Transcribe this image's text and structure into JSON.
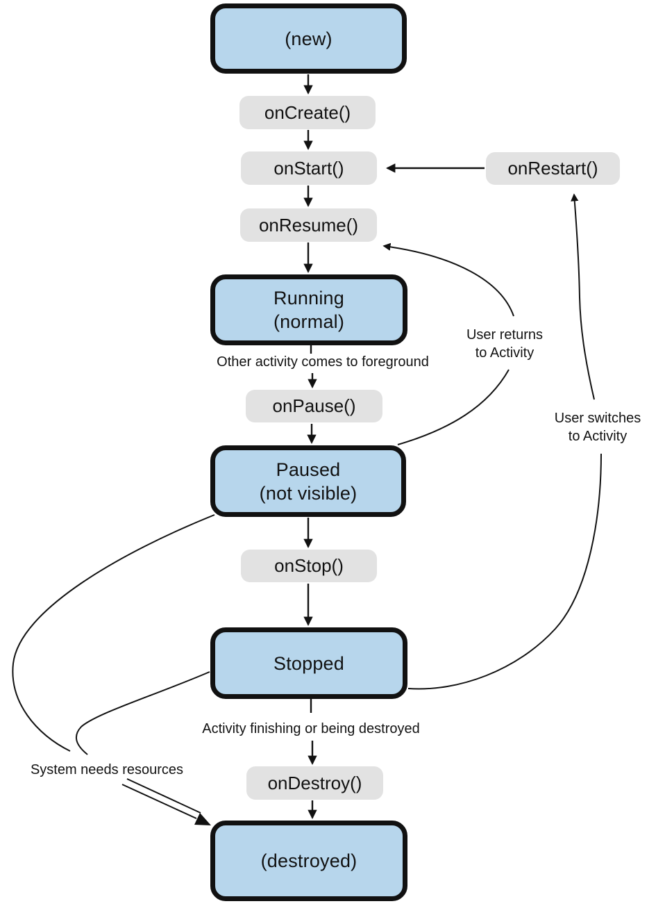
{
  "diagram": {
    "colors": {
      "state_fill": "#b7d6ec",
      "callback_fill": "#e2e2e2",
      "stroke": "#111111",
      "text": "#111111",
      "background": "#ffffff"
    },
    "states": {
      "new": {
        "label": "(new)"
      },
      "running": {
        "label": "Running",
        "sublabel": "(normal)"
      },
      "paused": {
        "label": "Paused",
        "sublabel": "(not visible)"
      },
      "stopped": {
        "label": "Stopped"
      },
      "destroyed": {
        "label": "(destroyed)"
      }
    },
    "callbacks": {
      "on_create": {
        "label": "onCreate()"
      },
      "on_start": {
        "label": "onStart()"
      },
      "on_restart": {
        "label": "onRestart()"
      },
      "on_resume": {
        "label": "onResume()"
      },
      "on_pause": {
        "label": "onPause()"
      },
      "on_stop": {
        "label": "onStop()"
      },
      "on_destroy": {
        "label": "onDestroy()"
      }
    },
    "edge_labels": {
      "other_activity_foreground": "Other activity comes to foreground",
      "user_returns": [
        "User returns",
        "to Activity"
      ],
      "user_switches": [
        "User switches",
        "to Activity"
      ],
      "activity_finishing": "Activity finishing or being destroyed",
      "system_needs_resources": "System needs resources"
    },
    "edges": [
      {
        "from": "(new)",
        "to": "onCreate()"
      },
      {
        "from": "onCreate()",
        "to": "onStart()"
      },
      {
        "from": "onRestart()",
        "to": "onStart()"
      },
      {
        "from": "onStart()",
        "to": "onResume()"
      },
      {
        "from": "onResume()",
        "to": "Running (normal)"
      },
      {
        "from": "Running (normal)",
        "to": "onPause()",
        "label": "Other activity comes to foreground"
      },
      {
        "from": "onPause()",
        "to": "Paused (not visible)"
      },
      {
        "from": "Paused (not visible)",
        "to": "onResume()",
        "label": "User returns to Activity"
      },
      {
        "from": "Paused (not visible)",
        "to": "onStop()"
      },
      {
        "from": "onStop()",
        "to": "Stopped"
      },
      {
        "from": "Stopped",
        "to": "onRestart()",
        "label": "User switches to Activity"
      },
      {
        "from": "Stopped",
        "to": "onDestroy()",
        "label": "Activity finishing or being destroyed"
      },
      {
        "from": "onDestroy()",
        "to": "(destroyed)"
      },
      {
        "from": "Paused (not visible)",
        "to": "(destroyed)",
        "label": "System needs resources"
      },
      {
        "from": "Stopped",
        "to": "(destroyed)",
        "label": "System needs resources"
      }
    ]
  }
}
